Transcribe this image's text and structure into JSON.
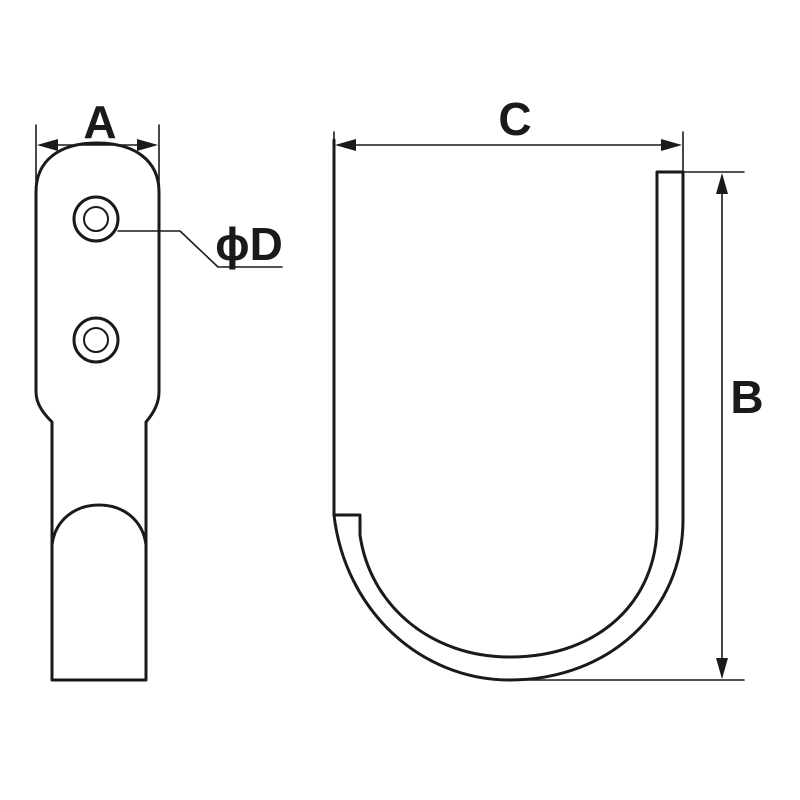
{
  "drawing": {
    "labels": {
      "width_a": "A",
      "height_b": "B",
      "depth_c": "C",
      "hole_d": "ϕD"
    },
    "colors": {
      "line": "#1a1a1a",
      "background": "#ffffff"
    }
  }
}
